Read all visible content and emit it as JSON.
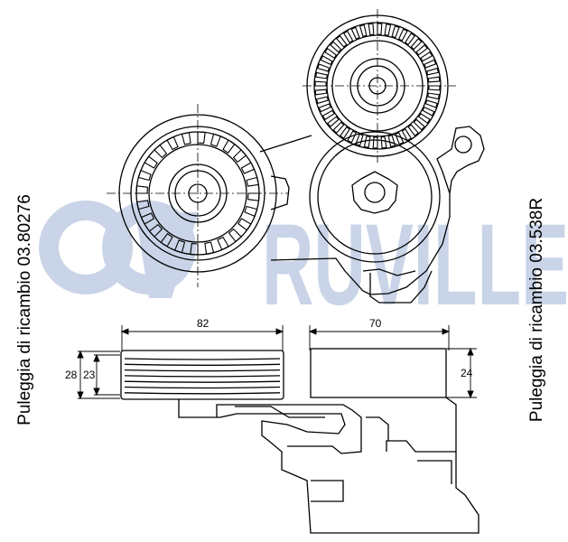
{
  "watermark": {
    "brand": "RUVILLE",
    "color": "#c9d4e8"
  },
  "labels": {
    "left_note": "Puleggia di ricambio 03.80276",
    "right_note": "Puleggia di ricambio 03.538R"
  },
  "dimensions": {
    "left_pulley_width": "82",
    "right_pulley_width": "70",
    "left_pulley_height_outer": "28",
    "left_pulley_height_inner": "23",
    "right_pulley_height": "24"
  },
  "colors": {
    "line": "#000000",
    "watermark": "#c9d4e8"
  }
}
